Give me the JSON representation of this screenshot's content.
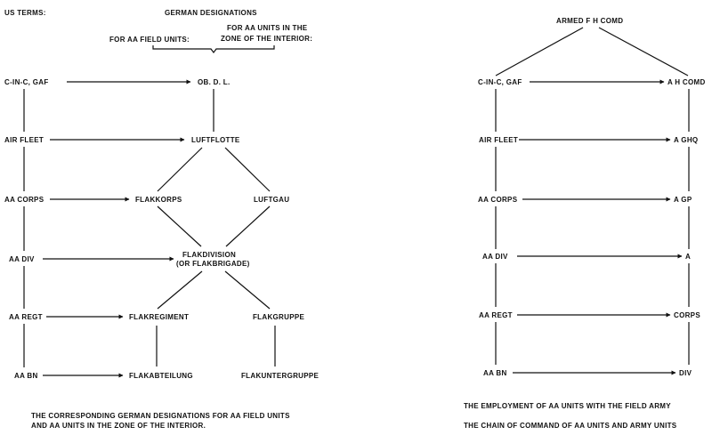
{
  "left": {
    "us_terms_label": "US TERMS:",
    "german_designations_label": "GERMAN DESIGNATIONS",
    "field_units_header": "FOR AA FIELD UNITS:",
    "zone_header_line1": "FOR AA UNITS IN THE",
    "zone_header_line2": "ZONE OF THE INTERIOR:",
    "us_ranks": [
      "C-IN-C, GAF",
      "AIR FLEET",
      "AA CORPS",
      "AA DIV",
      "AA REGT",
      "AA BN"
    ],
    "ob_dl": "OB. D. L.",
    "luftflotte": "LUFTFLOTTE",
    "flakkorps": "FLAKKORPS",
    "luftgau": "LUFTGAU",
    "flakdivision_line1": "FLAKDIVISION",
    "flakdivision_line2": "(OR FLAKBRIGADE)",
    "flakregiment": "FLAKREGIMENT",
    "flakgruppe": "FLAKGRUPPE",
    "flakabteilung": "FLAKABTEILUNG",
    "flakuntergruppe": "FLAKUNTERGRUPPE",
    "caption_line1": "THE CORRESPONDING GERMAN DESIGNATIONS FOR AA FIELD UNITS",
    "caption_line2": "AND AA UNITS IN THE ZONE OF THE INTERIOR."
  },
  "right": {
    "top_node": "ARMED F H COMD",
    "aa_units": [
      "C-IN-C, GAF",
      "AIR FLEET",
      "AA CORPS",
      "AA DIV",
      "AA REGT",
      "AA BN"
    ],
    "army_units": [
      "A H COMD",
      "A GHQ",
      "A GP",
      "A",
      "CORPS",
      "DIV"
    ],
    "caption_line1": "THE EMPLOYMENT OF AA UNITS WITH THE FIELD ARMY",
    "caption_line2": "THE CHAIN OF COMMAND OF AA UNITS AND ARMY UNITS"
  }
}
